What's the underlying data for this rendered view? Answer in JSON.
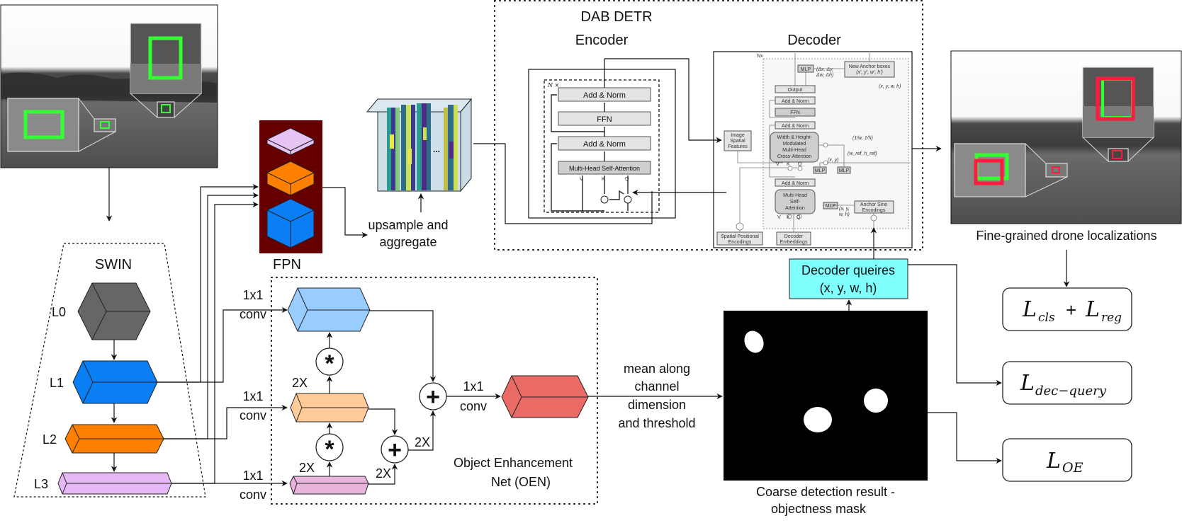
{
  "input_image": {
    "caption": "",
    "box_color": "#33ff33"
  },
  "swin": {
    "title": "SWIN",
    "levels": [
      {
        "label": "L0",
        "color": "#666666"
      },
      {
        "label": "L1",
        "color": "#0a7ff5"
      },
      {
        "label": "L2",
        "color": "#ff8000"
      },
      {
        "label": "L3",
        "color": "#e6b8f5"
      }
    ]
  },
  "fpn": {
    "title": "FPN",
    "background": "#660000",
    "layers": [
      "#e6c3f5",
      "#ff8000",
      "#0a7ff5"
    ]
  },
  "upsample": {
    "line1": "upsample and",
    "line2": "aggregate",
    "dots": "..."
  },
  "oen": {
    "title_line1": "Object Enhancement",
    "title_line2": "Net (OEN)",
    "conv_top": "1x1",
    "conv_bottom": "conv",
    "upsample_factor": "2X",
    "multiply_symbol": "*",
    "add_symbol": "+",
    "colors": {
      "top": "#99ccff",
      "mid": "#ffcc99",
      "low": "#e8b4dc",
      "out": "#ea6b66"
    }
  },
  "dab_detr": {
    "title": "DAB  DETR",
    "encoder": {
      "title": "Encoder",
      "repeat": "N ×",
      "blocks": [
        "Add & Norm",
        "FFN",
        "Add & Norm",
        "Multi-Head Self-Attention"
      ],
      "inputs": [
        "V",
        "K",
        "Q"
      ]
    },
    "decoder": {
      "title": "Decoder",
      "repeat": "Nx",
      "output": "Output",
      "add_norm": "Add & Norm",
      "ffn": "FFN",
      "cross_attention": [
        "Width & Height-",
        "Modulated",
        "Multi-Head",
        "Cross-Attention"
      ],
      "self_attention": [
        "Multi-Head",
        "Self-",
        "Attention"
      ],
      "mlp": "MLP",
      "new_anchor": [
        "New Anchor boxes",
        "(x', y', w', h')"
      ],
      "delta": [
        "(Δx, Δy,",
        "Δw, Δh)"
      ],
      "xywh": "(x, y, w, h)",
      "xy": "(x, y)",
      "wh_ref": "(w_ref, h_ref)",
      "inv_wh": "(1/w, 1/h)",
      "image_spatial": [
        "Image",
        "Spatial",
        "Features"
      ],
      "anchor_sine": [
        "Anchor Sine",
        "Encodings"
      ],
      "spatial_pos": [
        "Spatial Positional",
        "Encodings"
      ],
      "decoder_emb": [
        "Decoder",
        "Embeddings"
      ],
      "xywh_small": [
        "(x, y,",
        "w, h)"
      ],
      "qkv": [
        "V",
        "K",
        "Q"
      ]
    }
  },
  "decoder_queries": {
    "line1": "Decoder queires",
    "line2": "(x, y, w, h)",
    "color": "#80ffff"
  },
  "mean_text": [
    "mean along",
    "channel",
    "dimension",
    "and threshold"
  ],
  "mask": {
    "caption_line1": "Coarse detection result  -",
    "caption_line2": "objectness mask"
  },
  "output_image": {
    "caption": "Fine-grained drone localizations",
    "gt_color": "#33ff33",
    "pred_color": "#ff1a40"
  },
  "losses": [
    {
      "main": "L",
      "sub": "cls",
      "plus": "+",
      "main2": "L",
      "sub2": "reg"
    },
    {
      "main": "L",
      "sub": "dec−query"
    },
    {
      "main": "L",
      "sub": "OE"
    }
  ]
}
